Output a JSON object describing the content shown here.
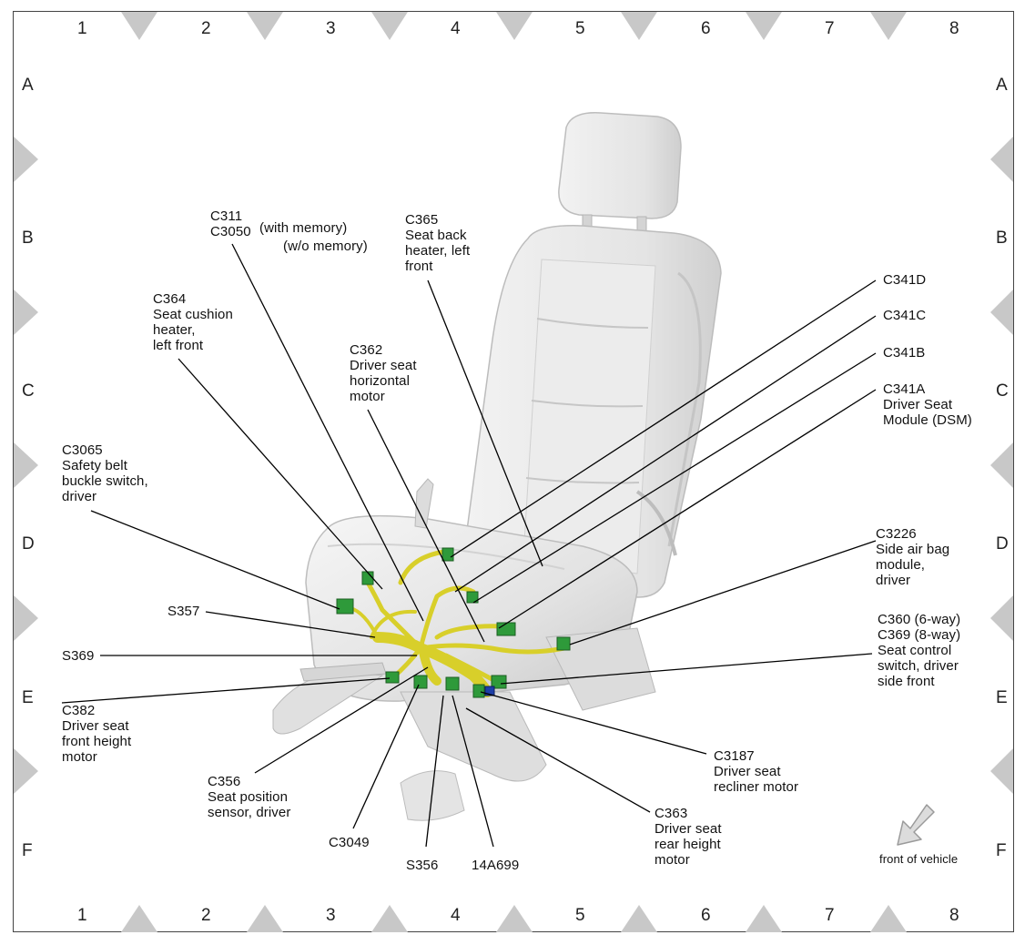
{
  "grid": {
    "columns": [
      "1",
      "2",
      "3",
      "4",
      "5",
      "6",
      "7",
      "8"
    ],
    "rows": [
      "A",
      "B",
      "C",
      "D",
      "E",
      "F"
    ]
  },
  "labels": {
    "c311": "C311",
    "c3050": "C3050",
    "with_memory": "(with memory)",
    "wo_memory": "(w/o memory)",
    "c365": "C365\nSeat back\nheater, left\nfront",
    "c364": "C364\nSeat cushion\nheater,\nleft front",
    "c362": "C362\nDriver seat\nhorizontal\nmotor",
    "c3065": "C3065\nSafety belt\nbuckle switch,\ndriver",
    "c341d": "C341D",
    "c341c": "C341C",
    "c341b": "C341B",
    "c341a": "C341A\nDriver Seat\nModule (DSM)",
    "c3226": "C3226\nSide air bag\nmodule,\ndriver",
    "c360": "C360  (6-way)\nC369  (8-way)\nSeat control\nswitch, driver\nside front",
    "s357": "S357",
    "s369": "S369",
    "c382": "C382\nDriver seat\nfront height\nmotor",
    "c356": "C356\nSeat position\nsensor, driver",
    "c3049": "C3049",
    "s356": "S356",
    "n14a699": "14A699",
    "c3187": "C3187\nDriver seat\nrecliner motor",
    "c363": "C363\nDriver seat\nrear height\nmotor"
  },
  "legend": {
    "front_of_vehicle": "front of vehicle"
  },
  "colors": {
    "harness": "#d8cf2a",
    "connector": "#2e9a3a",
    "seat": "#e9e9e9",
    "grid_marker": "#c8c8c8"
  }
}
